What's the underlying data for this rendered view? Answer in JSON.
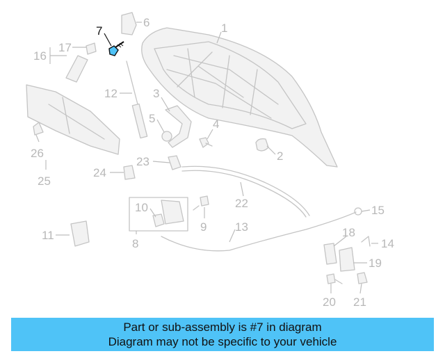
{
  "diagram": {
    "highlighted_part": "7",
    "highlight_color": "#4fc3f7",
    "part_numbers": [
      "1",
      "2",
      "3",
      "4",
      "5",
      "6",
      "7",
      "8",
      "9",
      "10",
      "11",
      "12",
      "13",
      "14",
      "15",
      "16",
      "17",
      "18",
      "19",
      "20",
      "21",
      "22",
      "23",
      "24",
      "25",
      "26"
    ]
  },
  "banner": {
    "line1": "Part or sub-assembly is #7 in diagram",
    "line2": "Diagram may not be specific to your vehicle",
    "background": "#4fc3f7"
  }
}
